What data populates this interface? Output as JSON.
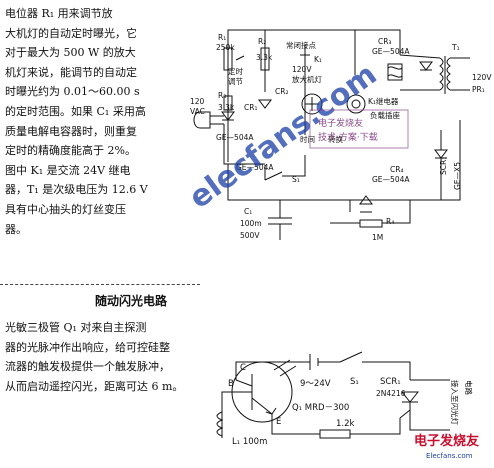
{
  "top_paragraph": [
    "电位器 R₁ 用来调节放",
    "大机灯的自动定时曝光，它",
    "对于最大为 500 W 的放大",
    "机灯来说，能调节的自动定",
    "时曝光约为 0.01～60.00 s",
    "的定时范围。如果 C₁ 采用高",
    "质量电解电容器时，则重复",
    "定时的精确度能高于 2%。",
    "图中 K₁ 是交流 24V 继电",
    "器，T₁ 是次级电压为 12.6 V",
    "具有中心抽头的灯丝变压",
    "器。"
  ],
  "section_heading": "随动闪光电路",
  "bottom_paragraph": [
    "光敏三极管 Q₁ 对来自主探测",
    "器的光脉冲作出响应，给可控硅整",
    "流器的触发极提供一个触发脉冲，",
    "从而启动遥控闪光，距离可达 6 m。"
  ],
  "circuit1_labels": {
    "r1": "R₁",
    "r1_val": "250k",
    "r1_fn": "定时",
    "r1_fn2": "调节",
    "r2": "R₂",
    "r2_val": "3.3k",
    "r3": "R₃",
    "r3_val": "3.3k",
    "cr1": "CR₁",
    "cr1_val": "GE—504A",
    "cr2": "CR₂",
    "cr2_val": "GE—504A",
    "cr3": "CR₃",
    "cr3_val": "GE—504A",
    "cr4": "CR₄",
    "cr4_val": "GE—504A",
    "ac_in": "120",
    "ac_in2": "VAC",
    "contact": "常闭接点",
    "k1": "K₁",
    "lamp": "120V",
    "lamp2": "放大机灯",
    "relay": "K₁继电器",
    "neon": "负载插座",
    "timing": "时间",
    "reset": "转换",
    "s1": "S₁",
    "c1": "C₁",
    "c1_val": "100m",
    "c1_v": "500V",
    "r4": "R₄",
    "r4_val": "1M",
    "t1": "T₁",
    "t1_pri": "120V",
    "t1_pri2": "PR₁",
    "scr1": "SCR₁",
    "scr1_val": "GE—X5"
  },
  "circuit2_labels": {
    "battery": "9～24V",
    "s1": "S₁",
    "scr": "SCR₁",
    "scr_val": "2N4216",
    "q1": "Q₁ MRD－300",
    "l1": "L₁ 100m",
    "r": "1.2k",
    "b": "B",
    "c": "C",
    "e": "E",
    "flash": "接入至闪光灯",
    "flash2": "电路"
  },
  "watermark": "elecfans.com",
  "stamp": [
    "电子发烧友",
    "技术·方案·下载"
  ],
  "brand": "电子发烧友",
  "brand_url": "Elecfans.com"
}
